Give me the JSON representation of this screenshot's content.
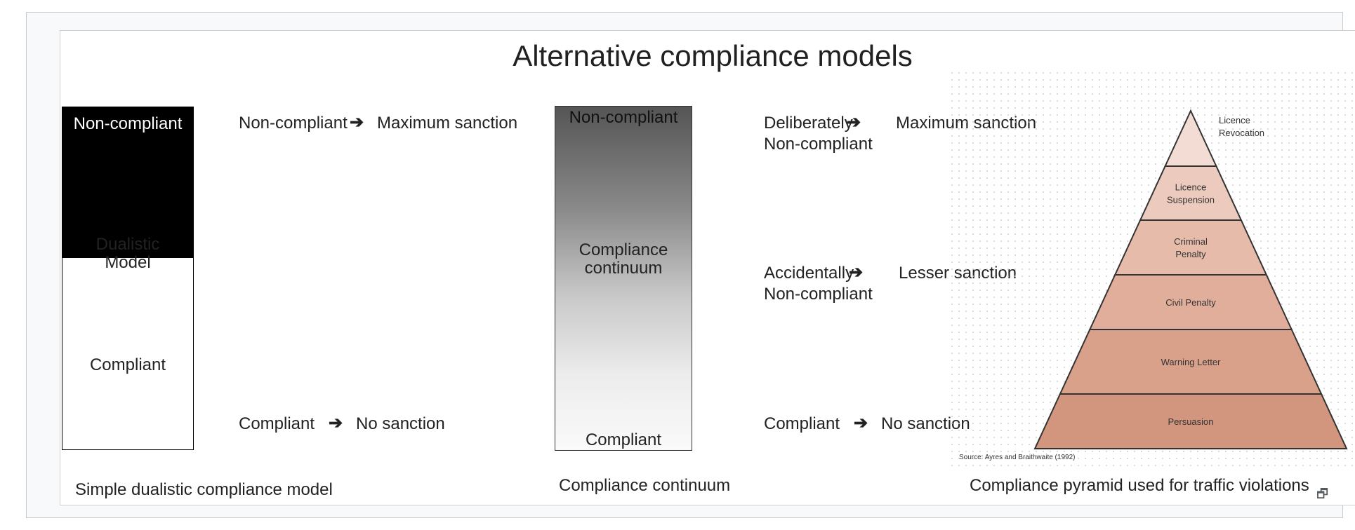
{
  "title": "Alternative compliance models",
  "dualistic": {
    "top": "Non-compliant",
    "middle_line1": "Dualistic",
    "middle_line2": "Model",
    "bottom": "Compliant",
    "caption": "Simple dualistic compliance model"
  },
  "dual_arrows": {
    "row1": {
      "from": "Non-compliant",
      "arrow": "➔",
      "to": "Maximum sanction"
    },
    "row2": {
      "from": "Compliant",
      "arrow": "➔",
      "to": "No sanction"
    }
  },
  "continuum": {
    "top": "Non-compliant",
    "middle_line1": "Compliance",
    "middle_line2": "continuum",
    "bottom": "Compliant",
    "caption": "Compliance continuum"
  },
  "continuum_arrows": {
    "row1": {
      "from_line1": "Deliberately",
      "from_line2": "Non-compliant",
      "arrow": "➔",
      "to": "Maximum sanction"
    },
    "row2": {
      "from_line1": "Accidentally",
      "from_line2": "Non-compliant",
      "arrow": "➔",
      "to": "Lesser sanction"
    },
    "row3": {
      "from": "Compliant",
      "arrow": "➔",
      "to": "No sanction"
    }
  },
  "pyramid": {
    "levels": [
      {
        "line1": "Licence",
        "line2": "Revocation"
      },
      {
        "line1": "Licence",
        "line2": "Suspension"
      },
      {
        "line1": "Criminal",
        "line2": "Penalty"
      },
      {
        "line1": "Civil Penalty",
        "line2": ""
      },
      {
        "line1": "Warning Letter",
        "line2": ""
      },
      {
        "line1": "Persuasion",
        "line2": ""
      }
    ],
    "source": "Source: Ayres and Braithwaite (1992)",
    "caption": "Compliance pyramid used for traffic violations",
    "colors": [
      "#f2dcd3",
      "#eccabd",
      "#e6bba9",
      "#e0ae9a",
      "#d9a18a",
      "#d2967f"
    ]
  },
  "magnify_icon": "magnify-clip-icon"
}
